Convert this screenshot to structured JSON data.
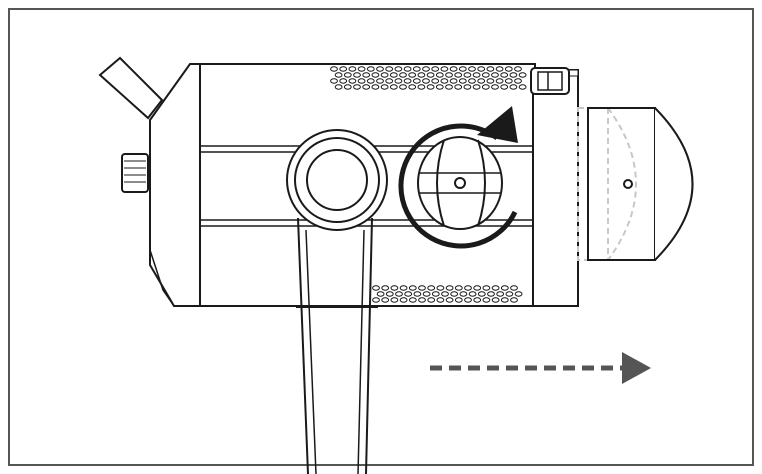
{
  "diagram": {
    "subject": "light-fixture-lens-removal",
    "steps": [
      {
        "action": "rotate-knob",
        "direction": "clockwise"
      },
      {
        "action": "slide-lens-out",
        "direction": "right"
      }
    ],
    "colors": {
      "frame": "#555555",
      "line": "#1a1a1a",
      "arrow": "#1a1a1a",
      "slide_arrow": "#555555",
      "ghost_lens": "#c8c8c8",
      "background": "#ffffff"
    },
    "icons": [
      "rotate-arrow-icon",
      "slide-arrow-icon",
      "locking-knob-icon"
    ]
  }
}
